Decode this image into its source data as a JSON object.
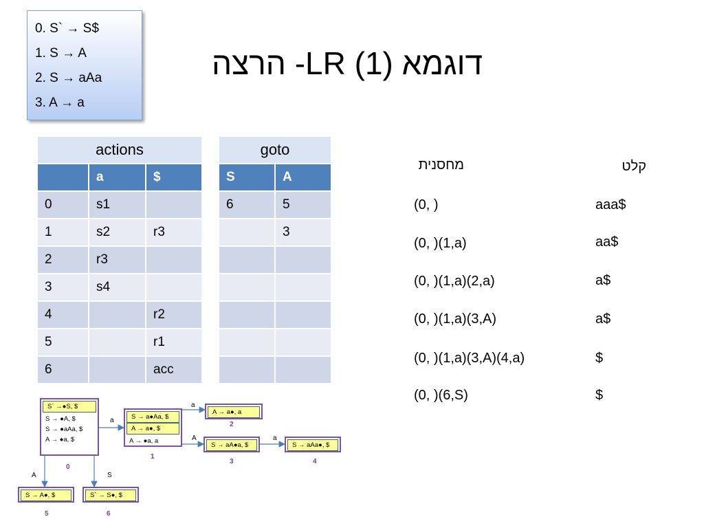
{
  "grammar": [
    "0. S` → S$",
    "1. S → A",
    "2. S → aAa",
    "3. A → a"
  ],
  "title": "דוגמא (1) LR- הרצה",
  "actions": {
    "caption": "actions",
    "headers": [
      "",
      "a",
      "$"
    ],
    "rows": [
      [
        "0",
        "s1",
        ""
      ],
      [
        "1",
        "s2",
        "r3"
      ],
      [
        "2",
        "r3",
        ""
      ],
      [
        "3",
        "s4",
        ""
      ],
      [
        "4",
        "",
        "r2"
      ],
      [
        "5",
        "",
        "r1"
      ],
      [
        "6",
        "",
        "acc"
      ]
    ]
  },
  "goto": {
    "caption": "goto",
    "headers": [
      "S",
      "A"
    ],
    "rows": [
      [
        "6",
        "5"
      ],
      [
        "",
        "3"
      ],
      [
        "",
        ""
      ],
      [
        "",
        ""
      ],
      [
        "",
        ""
      ],
      [
        "",
        ""
      ],
      [
        "",
        ""
      ]
    ]
  },
  "trace": {
    "stack_header": "מחסנית",
    "input_header": "קלט",
    "rows": [
      {
        "stack": "(0, )",
        "input": "aaa$"
      },
      {
        "stack": "(0, )(1,a)",
        "input": "aa$"
      },
      {
        "stack": "(0, )(1,a)(2,a)",
        "input": "a$"
      },
      {
        "stack": "(0, )(1,a)(3,A)",
        "input": "a$"
      },
      {
        "stack": "(0, )(1,a)(3,A)(4,a)",
        "input": "$"
      },
      {
        "stack": "(0, )(6,S)",
        "input": "$"
      }
    ]
  },
  "automaton": {
    "states": [
      {
        "id": "0",
        "kernel": "S` →●S, $",
        "items": [
          "S → ●A, $",
          "S → ●aAa, $",
          "A → ●a, $"
        ]
      },
      {
        "id": "1",
        "kernel": "S → a●Aa, $",
        "kernel2": "A → a●, $",
        "items": [
          "A → ●a, a"
        ]
      },
      {
        "id": "2",
        "kernel": "A → a●, a",
        "items": []
      },
      {
        "id": "3",
        "kernel": "S → aA●a, $",
        "items": []
      },
      {
        "id": "4",
        "kernel": "S → aAa●, $",
        "items": []
      },
      {
        "id": "5",
        "kernel": "S → A●, $",
        "items": []
      },
      {
        "id": "6",
        "kernel": "S` → S●, $",
        "items": []
      }
    ],
    "edges": [
      {
        "from": "0",
        "to": "1",
        "label": "a"
      },
      {
        "from": "1",
        "to": "2",
        "label": "a"
      },
      {
        "from": "1",
        "to": "3",
        "label": "A"
      },
      {
        "from": "3",
        "to": "4",
        "label": "a"
      },
      {
        "from": "0",
        "to": "5",
        "label": "A"
      },
      {
        "from": "0",
        "to": "6",
        "label": "S"
      }
    ]
  }
}
